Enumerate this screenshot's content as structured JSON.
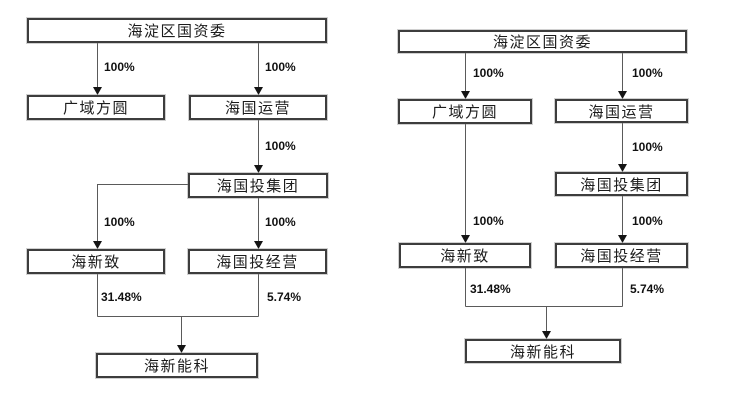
{
  "page": {
    "background": "#ffffff"
  },
  "colors": {
    "box_border": "#3d3d3d",
    "box_fill": "#ffffff",
    "connector_line": "#5a5a5a",
    "arrowhead": "#141414",
    "text": "#1c1c1c"
  },
  "diagram_left": {
    "nodes": {
      "sasac": "海淀区国资委",
      "guangyu": "广域方圆",
      "yunying": "海国运营",
      "group": "海国投集团",
      "haixinzhi": "海新致",
      "jingying": "海国投经营",
      "nengke": "海新能科"
    },
    "edges": {
      "sasac_guangyu": "100%",
      "sasac_yunying": "100%",
      "yunying_group": "100%",
      "group_haixinzhi": "100%",
      "group_jingying": "100%",
      "haixinzhi_nengke": "31.48%",
      "jingying_nengke": "5.74%"
    }
  },
  "diagram_right": {
    "nodes": {
      "sasac": "海淀区国资委",
      "guangyu": "广域方圆",
      "yunying": "海国运营",
      "group": "海国投集团",
      "haixinzhi": "海新致",
      "jingying": "海国投经营",
      "nengke": "海新能科"
    },
    "edges": {
      "sasac_guangyu": "100%",
      "sasac_yunying": "100%",
      "yunying_group": "100%",
      "guangyu_haixinzhi": "100%",
      "group_jingying": "100%",
      "haixinzhi_nengke": "31.48%",
      "jingying_nengke": "5.74%"
    }
  }
}
